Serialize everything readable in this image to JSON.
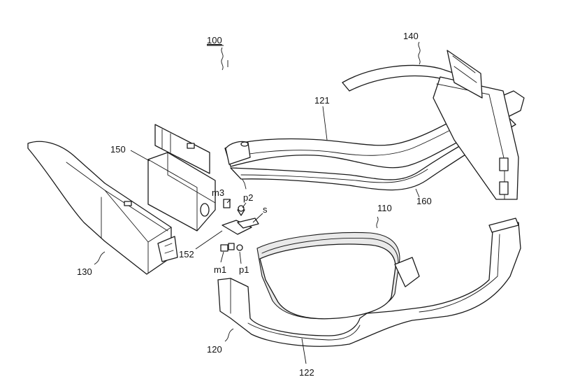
{
  "labels": {
    "assembly": "100",
    "lens": "110",
    "frame_lower": "120",
    "frame_upper": "121",
    "rim": "122",
    "temple_left": "130",
    "temple_right": "140",
    "module": "150",
    "connector": "152",
    "bridge": "160",
    "m1": "m1",
    "m3": "m3",
    "p1": "p1",
    "p2": "p2",
    "s": "s"
  }
}
